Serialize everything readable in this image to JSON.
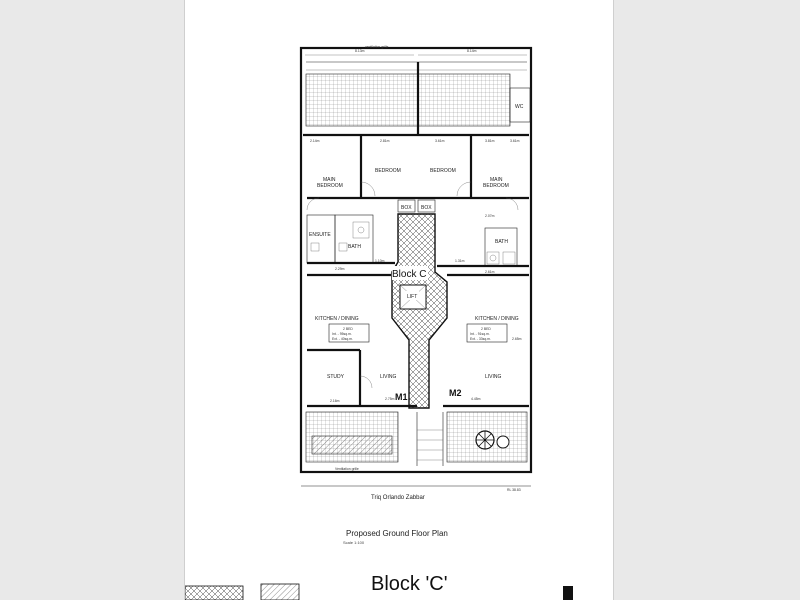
{
  "plan": {
    "railings_top_left": "ventilation grille",
    "dim_top_left": "8.13m",
    "dim_top_right": "8.14m",
    "wc": "WC",
    "bedroom_left": "BEDROOM",
    "main_bedroom_left": [
      "MAIN",
      "BEDROOM"
    ],
    "bedroom_right": "BEDROOM",
    "main_bedroom_right": [
      "MAIN",
      "BEDROOM"
    ],
    "box_left": "BOX",
    "box_right": "BOX",
    "ensuite": "ENSUITE",
    "bath_left": "BATH",
    "bath_right": "BATH",
    "block_label": "Block C",
    "lift": "LIFT",
    "kitchen_left": "KITCHEN / DINING",
    "kitchen_right": "KITCHEN / DINING",
    "unit_info_left": [
      "2 BED",
      "Int. - 95sq.m.",
      "Ext. - 40sq.m."
    ],
    "unit_info_right": [
      "2 BED",
      "Int. - 91sq.m.",
      "Ext. - 33sq.m."
    ],
    "study": "STUDY",
    "living_left": "LIVING",
    "living_right": "LIVING",
    "m1": "M1",
    "m2": "M2",
    "ventilation_bottom": "Ventilation grille",
    "street": "Triq Orlando Zabbar",
    "rl": "RL 38.83",
    "dims": {
      "d1": "2.14m",
      "d2": "2.81m",
      "d3": "3.61m",
      "d4": "3.81m",
      "d5": "3.61m",
      "d6": "2.07m",
      "d7": "2.29m",
      "d8": "1.10m",
      "d9": "1.31m",
      "d10": "2.61m",
      "d11": "2.65m",
      "d12": "2.16m",
      "d13": "2.75m",
      "d14": "4.45m"
    }
  },
  "caption": {
    "title": "Proposed Ground Floor Plan",
    "scale": "Scale 1:100"
  },
  "footer": {
    "block": "Block 'C'"
  }
}
